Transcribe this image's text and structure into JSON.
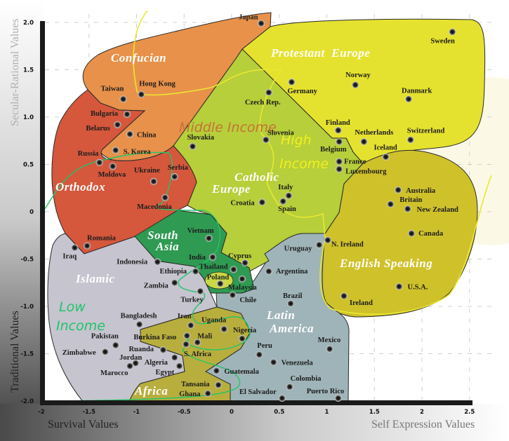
{
  "chart_data": {
    "type": "scatter",
    "xlabel_left": "Survival Values",
    "xlabel_right": "Self Expression Values",
    "ylabel_bottom": "Traditional Values",
    "ylabel_top": "Secular-Rational Values",
    "xlim": [
      -2,
      2.5
    ],
    "ylim": [
      -2,
      2
    ],
    "grid": true,
    "xticks": [
      "-2",
      "-1.5",
      "-1",
      "-0.5",
      "0",
      "0.5",
      "1",
      "1.5",
      "2",
      "2.5"
    ],
    "yticks": [
      "2.0",
      "1.5",
      "1.0",
      "0.5",
      "0",
      "-0.5",
      "-1.0",
      "-1.5",
      "-2.0"
    ],
    "colors": {
      "confucian": "#e8914a",
      "orthodox": "#d5573c",
      "protestant_europe": "#e5e22f",
      "catholic_europe": "#b6cf3a",
      "english_speaking": "#cfc12a",
      "south_asia": "#2f9a52",
      "islamic": "#c6c4cf",
      "latin_america": "#9fb4b8",
      "africa": "#b8ae3e",
      "middle_income": "#c8703a",
      "high_income": "#f2f01e",
      "low_income": "#1fc46a"
    },
    "regions": [
      {
        "key": "confucian",
        "lines": [
          "Confucian"
        ]
      },
      {
        "key": "protestant_europe",
        "lines": [
          "Protestant  Europe"
        ]
      },
      {
        "key": "orthodox",
        "lines": [
          "Orthodox"
        ]
      },
      {
        "key": "catholic_europe",
        "lines": [
          "Catholic",
          "Europe"
        ]
      },
      {
        "key": "south_asia",
        "lines": [
          "South",
          "Asia"
        ]
      },
      {
        "key": "islamic",
        "lines": [
          "Islamic"
        ]
      },
      {
        "key": "latin_america",
        "lines": [
          "Latin",
          "America"
        ]
      },
      {
        "key": "english_speaking",
        "lines": [
          "English Speaking"
        ]
      },
      {
        "key": "africa",
        "lines": [
          "Africa"
        ]
      }
    ],
    "income_zones": [
      {
        "key": "middle_income",
        "lines": [
          "Middle Income"
        ]
      },
      {
        "key": "high_income",
        "lines": [
          "High",
          "Income"
        ]
      },
      {
        "key": "low_income",
        "lines": [
          "Low",
          "Income"
        ]
      }
    ],
    "points": [
      {
        "name": "Japan",
        "x": 0.31,
        "y": 1.99
      },
      {
        "name": "Sweden",
        "x": 2.32,
        "y": 1.9
      },
      {
        "name": "Hong Kong",
        "x": -0.95,
        "y": 1.24
      },
      {
        "name": "Taiwan",
        "x": -1.14,
        "y": 1.19
      },
      {
        "name": "Bulgaria",
        "x": -1.1,
        "y": 1.03
      },
      {
        "name": "Belarus",
        "x": -1.2,
        "y": 0.92
      },
      {
        "name": "China",
        "x": -1.07,
        "y": 0.82
      },
      {
        "name": "S. Korea",
        "x": -1.22,
        "y": 0.65
      },
      {
        "name": "Russia",
        "x": -1.39,
        "y": 0.52
      },
      {
        "name": "Moldova",
        "x": -1.25,
        "y": 0.48
      },
      {
        "name": "Ukraine",
        "x": -0.82,
        "y": 0.32
      },
      {
        "name": "Serbia",
        "x": -0.6,
        "y": 0.37
      },
      {
        "name": "Macedonia",
        "x": -0.7,
        "y": 0.15
      },
      {
        "name": "Slovakia",
        "x": -0.41,
        "y": 0.69
      },
      {
        "name": "Norway",
        "x": 1.3,
        "y": 1.34
      },
      {
        "name": "Germany",
        "x": 0.63,
        "y": 1.37
      },
      {
        "name": "Czech Rep.",
        "x": 0.39,
        "y": 1.26
      },
      {
        "name": "Danmark",
        "x": 1.86,
        "y": 1.19
      },
      {
        "name": "Finland",
        "x": 1.12,
        "y": 0.86
      },
      {
        "name": "Netherlands",
        "x": 1.39,
        "y": 0.74
      },
      {
        "name": "Switzerland",
        "x": 1.88,
        "y": 0.76
      },
      {
        "name": "Belgium",
        "x": 1.13,
        "y": 0.74
      },
      {
        "name": "Slovenia",
        "x": 0.36,
        "y": 0.76
      },
      {
        "name": "Iceland",
        "x": 1.62,
        "y": 0.58
      },
      {
        "name": "France",
        "x": 1.13,
        "y": 0.53
      },
      {
        "name": "Luxembourg",
        "x": 1.13,
        "y": 0.45
      },
      {
        "name": "Australia",
        "x": 1.75,
        "y": 0.23
      },
      {
        "name": "Britain",
        "x": 1.67,
        "y": 0.08
      },
      {
        "name": "New Zealand",
        "x": 1.85,
        "y": 0.03
      },
      {
        "name": "Italy",
        "x": 0.6,
        "y": 0.17
      },
      {
        "name": "Spain",
        "x": 0.54,
        "y": 0.11
      },
      {
        "name": "Croatia",
        "x": 0.32,
        "y": 0.1
      },
      {
        "name": "Romania",
        "x": -1.52,
        "y": -0.36
      },
      {
        "name": "Iraq",
        "x": -1.65,
        "y": -0.38
      },
      {
        "name": "Vietnam",
        "x": -0.24,
        "y": -0.28
      },
      {
        "name": "India",
        "x": -0.2,
        "y": -0.48
      },
      {
        "name": "Indonesia",
        "x": -0.78,
        "y": -0.53
      },
      {
        "name": "Thailand",
        "x": 0.02,
        "y": -0.61
      },
      {
        "name": "Ethiopia",
        "x": -0.38,
        "y": -0.63
      },
      {
        "name": "Cyprus",
        "x": 0.14,
        "y": -0.54
      },
      {
        "name": "Poland",
        "x": -0.12,
        "y": -0.76
      },
      {
        "name": "Malaysia",
        "x": 0.11,
        "y": -0.71
      },
      {
        "name": "Zambia",
        "x": -0.6,
        "y": -0.75
      },
      {
        "name": "Turkey",
        "x": -0.33,
        "y": -0.84
      },
      {
        "name": "Chile",
        "x": 0.01,
        "y": -0.88
      },
      {
        "name": "Bangladesh",
        "x": -0.97,
        "y": -1.19
      },
      {
        "name": "Iran",
        "x": -0.43,
        "y": -1.2
      },
      {
        "name": "Uganda",
        "x": -0.08,
        "y": -1.24
      },
      {
        "name": "Nigeria",
        "x": 0.11,
        "y": -1.34
      },
      {
        "name": "Burkina Faso",
        "x": -0.47,
        "y": -1.31
      },
      {
        "name": "Mali",
        "x": -0.36,
        "y": -1.38
      },
      {
        "name": "S. Africa",
        "x": -0.48,
        "y": -1.4
      },
      {
        "name": "Pakistan",
        "x": -1.22,
        "y": -1.41
      },
      {
        "name": "Zimbabwe",
        "x": -1.33,
        "y": -1.48
      },
      {
        "name": "Ruanda",
        "x": -0.72,
        "y": -1.46
      },
      {
        "name": "Algeria",
        "x": -0.6,
        "y": -1.54
      },
      {
        "name": "Jordan",
        "x": -1.01,
        "y": -1.6
      },
      {
        "name": "Marocco",
        "x": -1.07,
        "y": -1.63
      },
      {
        "name": "Egypt",
        "x": -0.55,
        "y": -1.63
      },
      {
        "name": "Guatemala",
        "x": -0.16,
        "y": -1.68
      },
      {
        "name": "Tansania",
        "x": -0.14,
        "y": -1.83
      },
      {
        "name": "Ghana",
        "x": -0.25,
        "y": -1.92
      },
      {
        "name": "N. Ireland",
        "x": 1.01,
        "y": -0.3
      },
      {
        "name": "Uruguay",
        "x": 0.92,
        "y": -0.35
      },
      {
        "name": "Argentina",
        "x": 0.39,
        "y": -0.63
      },
      {
        "name": "Brazil",
        "x": 0.62,
        "y": -0.97
      },
      {
        "name": "Ireland",
        "x": 1.18,
        "y": -0.89
      },
      {
        "name": "U.S.A.",
        "x": 1.76,
        "y": -0.79
      },
      {
        "name": "Canada",
        "x": 1.89,
        "y": -0.23
      },
      {
        "name": "Mexico",
        "x": 1.03,
        "y": -1.45
      },
      {
        "name": "Peru",
        "x": 0.29,
        "y": -1.51
      },
      {
        "name": "Venezuela",
        "x": 0.44,
        "y": -1.59
      },
      {
        "name": "Colombia",
        "x": 0.61,
        "y": -1.85
      },
      {
        "name": "El Salvador",
        "x": 0.53,
        "y": -1.97
      },
      {
        "name": "Puerto Rico",
        "x": 1.12,
        "y": -1.97
      }
    ]
  }
}
